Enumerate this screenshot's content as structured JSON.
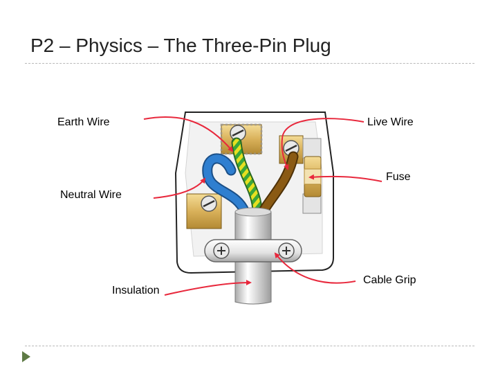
{
  "slide": {
    "title": "P2 – Physics – The Three-Pin Plug"
  },
  "labels": {
    "earth_wire": "Earth Wire",
    "live_wire": "Live Wire",
    "fuse": "Fuse",
    "neutral_wire": "Neutral Wire",
    "insulation": "Insulation",
    "cable_grip": "Cable Grip"
  },
  "colors": {
    "arrow": "#e8283c",
    "earth_green": "#3aa63a",
    "earth_yellow": "#e6e020",
    "neutral_blue": "#2f7fd0",
    "live_brown": "#8a5a14",
    "terminal_brass": "#d9b15a",
    "nav_arrow": "#5e7a45"
  }
}
